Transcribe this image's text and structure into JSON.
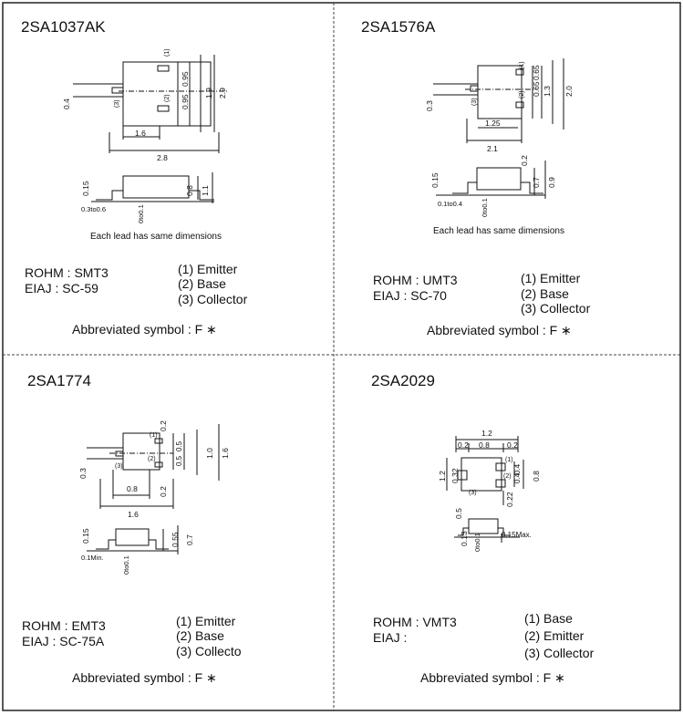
{
  "panels": [
    {
      "part": "2SA1037AK",
      "rohm": "ROHM : SMT3",
      "eiaj": "EIAJ : SC-59",
      "pins": [
        "(1) Emitter",
        "(2) Base",
        "(3) Collector"
      ],
      "lead_note": "Each lead has same dimensions",
      "abbrev": "Abbreviated symbol : F ∗",
      "dims": [
        "0.4",
        "(3)",
        "(1)",
        "(2)",
        "0.95",
        "0.95",
        "1.9",
        "2.9",
        "1.6",
        "2.8",
        "0.15",
        "0.3to0.6",
        "0to0.1",
        "0.8",
        "1.1"
      ]
    },
    {
      "part": "2SA1576A",
      "rohm": "ROHM : UMT3",
      "eiaj": "EIAJ : SC-70",
      "pins": [
        "(1) Emitter",
        "(2) Base",
        "(3) Collector"
      ],
      "lead_note": "Each lead has same dimensions",
      "abbrev": "Abbreviated symbol : F ∗",
      "dims": [
        "0.3",
        "(3)",
        "(1)",
        "(2)",
        "0.65",
        "0.65",
        "1.3",
        "2.0",
        "1.25",
        "2.1",
        "0.15",
        "0.1to0.4",
        "0to0.1",
        "0.2",
        "0.7",
        "0.9"
      ]
    },
    {
      "part": "2SA1774",
      "rohm": "ROHM : EMT3",
      "eiaj": "EIAJ : SC-75A",
      "pins": [
        "(1) Emitter",
        "(2) Base",
        "(3) Collecto"
      ],
      "abbrev": "Abbreviated symbol : F ∗",
      "dims": [
        "0.3",
        "(3)",
        "(1)",
        "(2)",
        "0.2",
        "0.2",
        "0.5",
        "0.5",
        "1.0",
        "1.6",
        "0.8",
        "1.6",
        "0.15",
        "0.1Min.",
        "0to0.1",
        "0.55",
        "0.7"
      ]
    },
    {
      "part": "2SA2029",
      "rohm": "ROHM : VMT3",
      "eiaj": "EIAJ :",
      "pins": [
        "(1) Base",
        "(2) Emitter",
        "(3) Collector"
      ],
      "abbrev": "Abbreviated symbol : F ∗",
      "dims": [
        "1.2",
        "0.2",
        "0.8",
        "0.2",
        "1.2",
        "0.32",
        "(3)",
        "(1)",
        "(2)",
        "0.4",
        "0.4",
        "0.8",
        "0.22",
        "0.5",
        "0.13",
        "0to0.1",
        "0.15Max."
      ]
    }
  ]
}
